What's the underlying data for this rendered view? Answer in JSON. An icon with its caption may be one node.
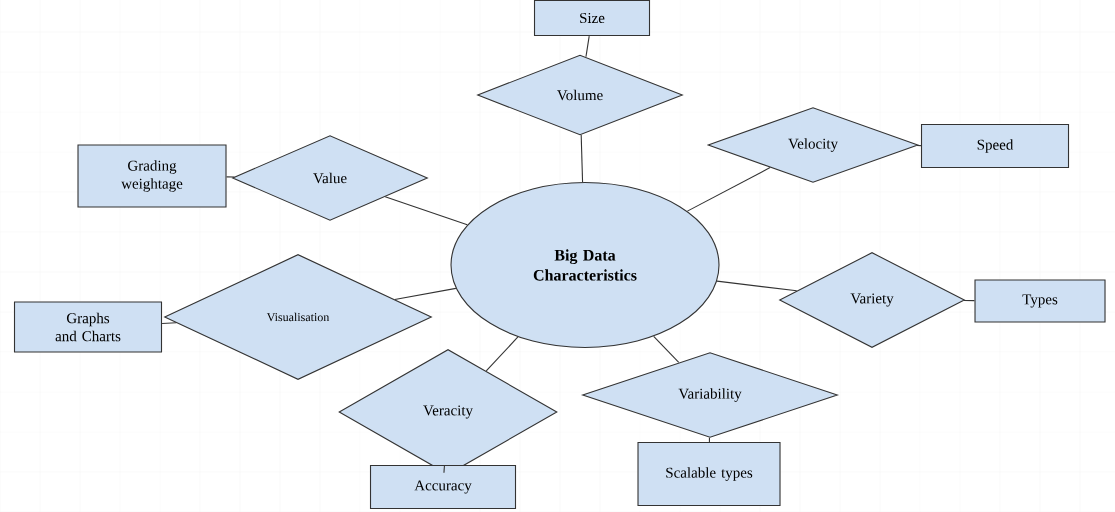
{
  "diagram": {
    "nodes": [
      {
        "text": [
          "Big Data Characteristics"
        ]
      },
      {
        "text": [
          "Size"
        ]
      },
      {
        "text": [
          "Volume"
        ]
      },
      {
        "text": [
          "Velocity"
        ]
      },
      {
        "text": [
          "Speed"
        ]
      },
      {
        "text": [
          "Value"
        ]
      },
      {
        "text": [
          "Grading weightage"
        ]
      },
      {
        "text": [
          "Visualisation"
        ]
      },
      {
        "text": [
          "Graphs and Charts"
        ]
      },
      {
        "text": [
          "Variety"
        ]
      },
      {
        "text": [
          "Types"
        ]
      },
      {
        "text": [
          "Veracity"
        ]
      },
      {
        "text": [
          "Accuracy"
        ]
      },
      {
        "text": [
          "Variability"
        ]
      },
      {
        "text": [
          "Scalable types"
        ]
      }
    ],
    "edges": [
      {
        "from": 0,
        "to": 2,
        "arrow": "none"
      },
      {
        "from": 2,
        "to": 1,
        "arrow": "none"
      },
      {
        "from": 0,
        "to": 3,
        "arrow": "none"
      },
      {
        "from": 3,
        "to": 4,
        "arrow": "none"
      },
      {
        "from": 0,
        "to": 5,
        "arrow": "none"
      },
      {
        "from": 5,
        "to": 6,
        "arrow": "none"
      },
      {
        "from": 0,
        "to": 7,
        "arrow": "none"
      },
      {
        "from": 7,
        "to": 8,
        "arrow": "none"
      },
      {
        "from": 0,
        "to": 9,
        "arrow": "none"
      },
      {
        "from": 9,
        "to": 10,
        "arrow": "none"
      },
      {
        "from": 0,
        "to": 11,
        "arrow": "none"
      },
      {
        "from": 11,
        "to": 12,
        "arrow": "none"
      },
      {
        "from": 0,
        "to": 13,
        "arrow": "none"
      },
      {
        "from": 13,
        "to": 14,
        "arrow": "none"
      }
    ]
  }
}
